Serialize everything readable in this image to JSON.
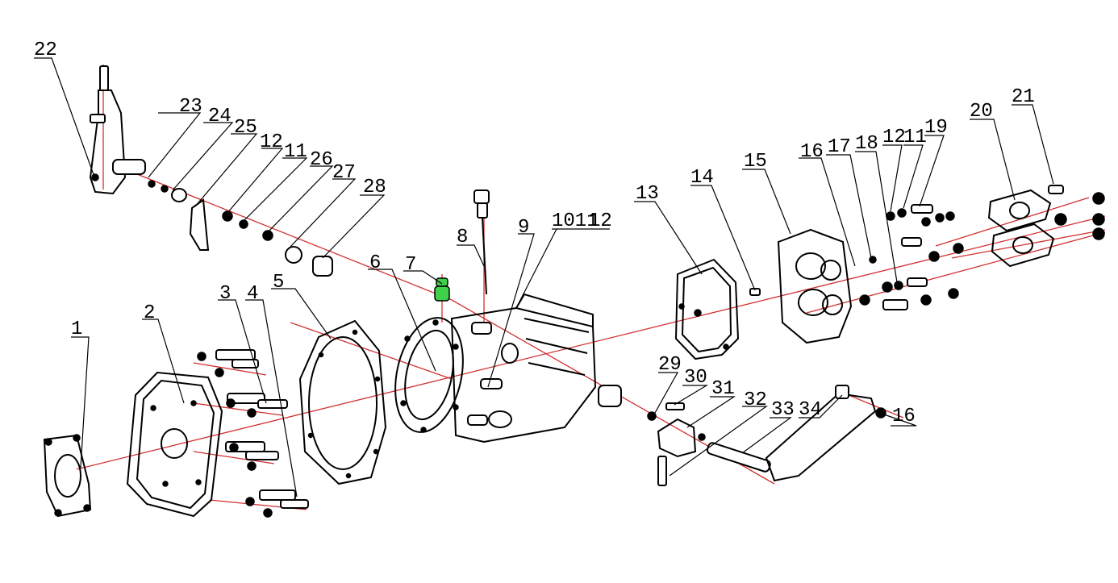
{
  "colors": {
    "axis": "#d23030",
    "highlight": "#3fd14a",
    "ink": "#000000"
  },
  "callouts": [
    {
      "id": "c1",
      "text": "1"
    },
    {
      "id": "c2",
      "text": "2"
    },
    {
      "id": "c3",
      "text": "3"
    },
    {
      "id": "c4",
      "text": "4"
    },
    {
      "id": "c5",
      "text": "5"
    },
    {
      "id": "c6",
      "text": "6"
    },
    {
      "id": "c7",
      "text": "7"
    },
    {
      "id": "c8",
      "text": "8"
    },
    {
      "id": "c9",
      "text": "9"
    },
    {
      "id": "c10",
      "text": "1011"
    },
    {
      "id": "c12a",
      "text": "12"
    },
    {
      "id": "c13",
      "text": "13"
    },
    {
      "id": "c14",
      "text": "14"
    },
    {
      "id": "c15",
      "text": "15"
    },
    {
      "id": "c16a",
      "text": "16"
    },
    {
      "id": "c17",
      "text": "17"
    },
    {
      "id": "c18",
      "text": "18"
    },
    {
      "id": "c12b",
      "text": "12"
    },
    {
      "id": "c11b",
      "text": "11"
    },
    {
      "id": "c19",
      "text": "19"
    },
    {
      "id": "c20",
      "text": "20"
    },
    {
      "id": "c21",
      "text": "21"
    },
    {
      "id": "c22",
      "text": "22"
    },
    {
      "id": "c23",
      "text": "23"
    },
    {
      "id": "c24",
      "text": "24"
    },
    {
      "id": "c25",
      "text": "25"
    },
    {
      "id": "c12c",
      "text": "12"
    },
    {
      "id": "c11c",
      "text": "11"
    },
    {
      "id": "c26",
      "text": "26"
    },
    {
      "id": "c27",
      "text": "27"
    },
    {
      "id": "c28",
      "text": "28"
    },
    {
      "id": "c29",
      "text": "29"
    },
    {
      "id": "c30",
      "text": "30"
    },
    {
      "id": "c31",
      "text": "31"
    },
    {
      "id": "c32",
      "text": "32"
    },
    {
      "id": "c33",
      "text": "33"
    },
    {
      "id": "c34",
      "text": "34"
    },
    {
      "id": "c16b",
      "text": "16"
    }
  ]
}
